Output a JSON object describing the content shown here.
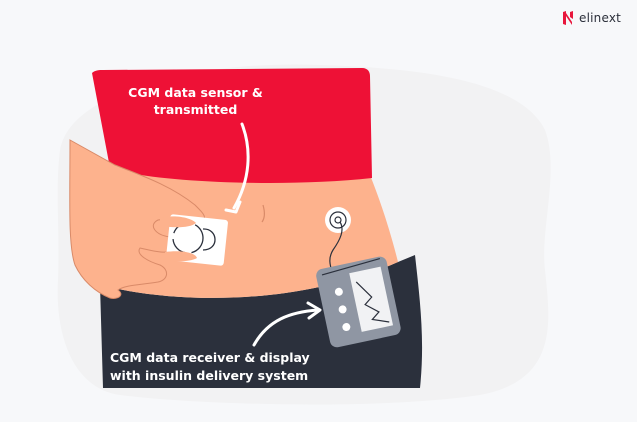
{
  "brand": {
    "name": "elinext",
    "accent_color": "#e8163c"
  },
  "labels": {
    "sensor": "CGM data sensor & transmitted",
    "receiver_line1": "CGM data receiver & display",
    "receiver_line2": "with insulin delivery system"
  },
  "colors": {
    "background": "#f7f8fa",
    "blob": "#f2f2f3",
    "shirt": "#ee1136",
    "skin": "#fdb28d",
    "skin_outline": "#d98a68",
    "pants": "#2b303c",
    "device_body": "#8f96a3",
    "device_screen": "#f1f2f4",
    "sensor_patch": "#ffffff"
  }
}
